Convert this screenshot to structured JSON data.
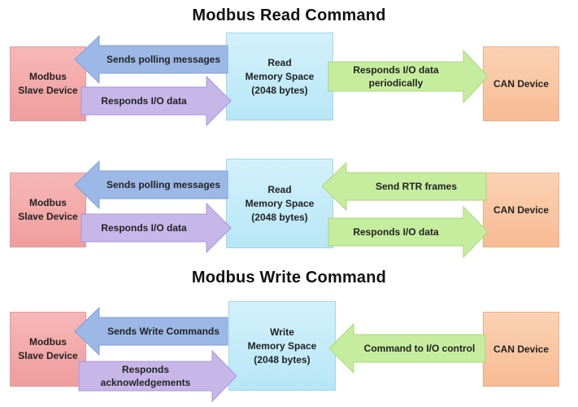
{
  "sections": [
    {
      "title": "Modbus Read Command",
      "slave": "Modbus\nSlave Device",
      "memory": "Read\nMemory Space\n(2048 bytes)",
      "can": "CAN Device",
      "arrows": {
        "left_top": "Sends polling messages",
        "left_bottom": "Responds I/O data",
        "right": "Responds I/O data\nperiodically"
      }
    },
    {
      "slave": "Modbus\nSlave Device",
      "memory": "Read\nMemory Space\n(2048 bytes)",
      "can": "CAN Device",
      "arrows": {
        "left_top": "Sends polling messages",
        "left_bottom": "Responds I/O data",
        "right_top": "Send RTR frames",
        "right_bottom": "Responds I/O data"
      }
    },
    {
      "title": "Modbus Write Command",
      "slave": "Modbus\nSlave Device",
      "memory": "Write\nMemory Space\n(2048 bytes)",
      "can": "CAN Device",
      "arrows": {
        "left_top": "Sends Write Commands",
        "left_bottom": "Responds\nacknowledgements",
        "right": "Command to I/O control"
      }
    }
  ],
  "colors": {
    "blue_arrow": "#9cb8e6",
    "purple_arrow": "#c7b7e8",
    "green_arrow": "#c6ec9e"
  }
}
